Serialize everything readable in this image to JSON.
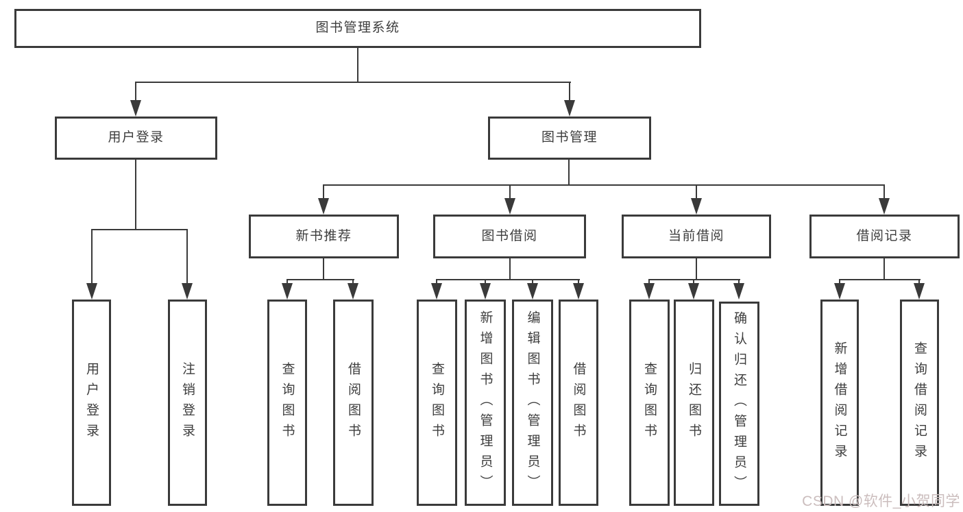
{
  "page": {
    "background": "#ffffff"
  },
  "colors": {
    "line": "#3a3a3a",
    "text": "#3d3d3d",
    "watermark": "#cbbdbd"
  },
  "diagram": {
    "root": {
      "label": "图书管理系统"
    },
    "level2": [
      {
        "label": "用户登录"
      },
      {
        "label": "图书管理"
      }
    ],
    "level3": [
      {
        "label": "新书推荐"
      },
      {
        "label": "图书借阅"
      },
      {
        "label": "当前借阅"
      },
      {
        "label": "借阅记录"
      }
    ],
    "leaves": {
      "user_login": [
        {
          "label": "用户登录"
        },
        {
          "label": "注销登录"
        }
      ],
      "new_book": [
        {
          "label": "查询图书"
        },
        {
          "label": "借阅图书"
        }
      ],
      "book_borrow": [
        {
          "label": "查询图书"
        },
        {
          "label": "新增图书（管理员）"
        },
        {
          "label": "编辑图书（管理员）"
        },
        {
          "label": "借阅图书"
        }
      ],
      "current_borrow": [
        {
          "label": "查询图书"
        },
        {
          "label": "归还图书"
        },
        {
          "label": "确认归还（管理员）"
        }
      ],
      "borrow_records": [
        {
          "label": "新增借阅记录"
        },
        {
          "label": "查询借阅记录"
        }
      ]
    }
  },
  "watermark": {
    "text": "CSDN @软件_小贺同学"
  }
}
